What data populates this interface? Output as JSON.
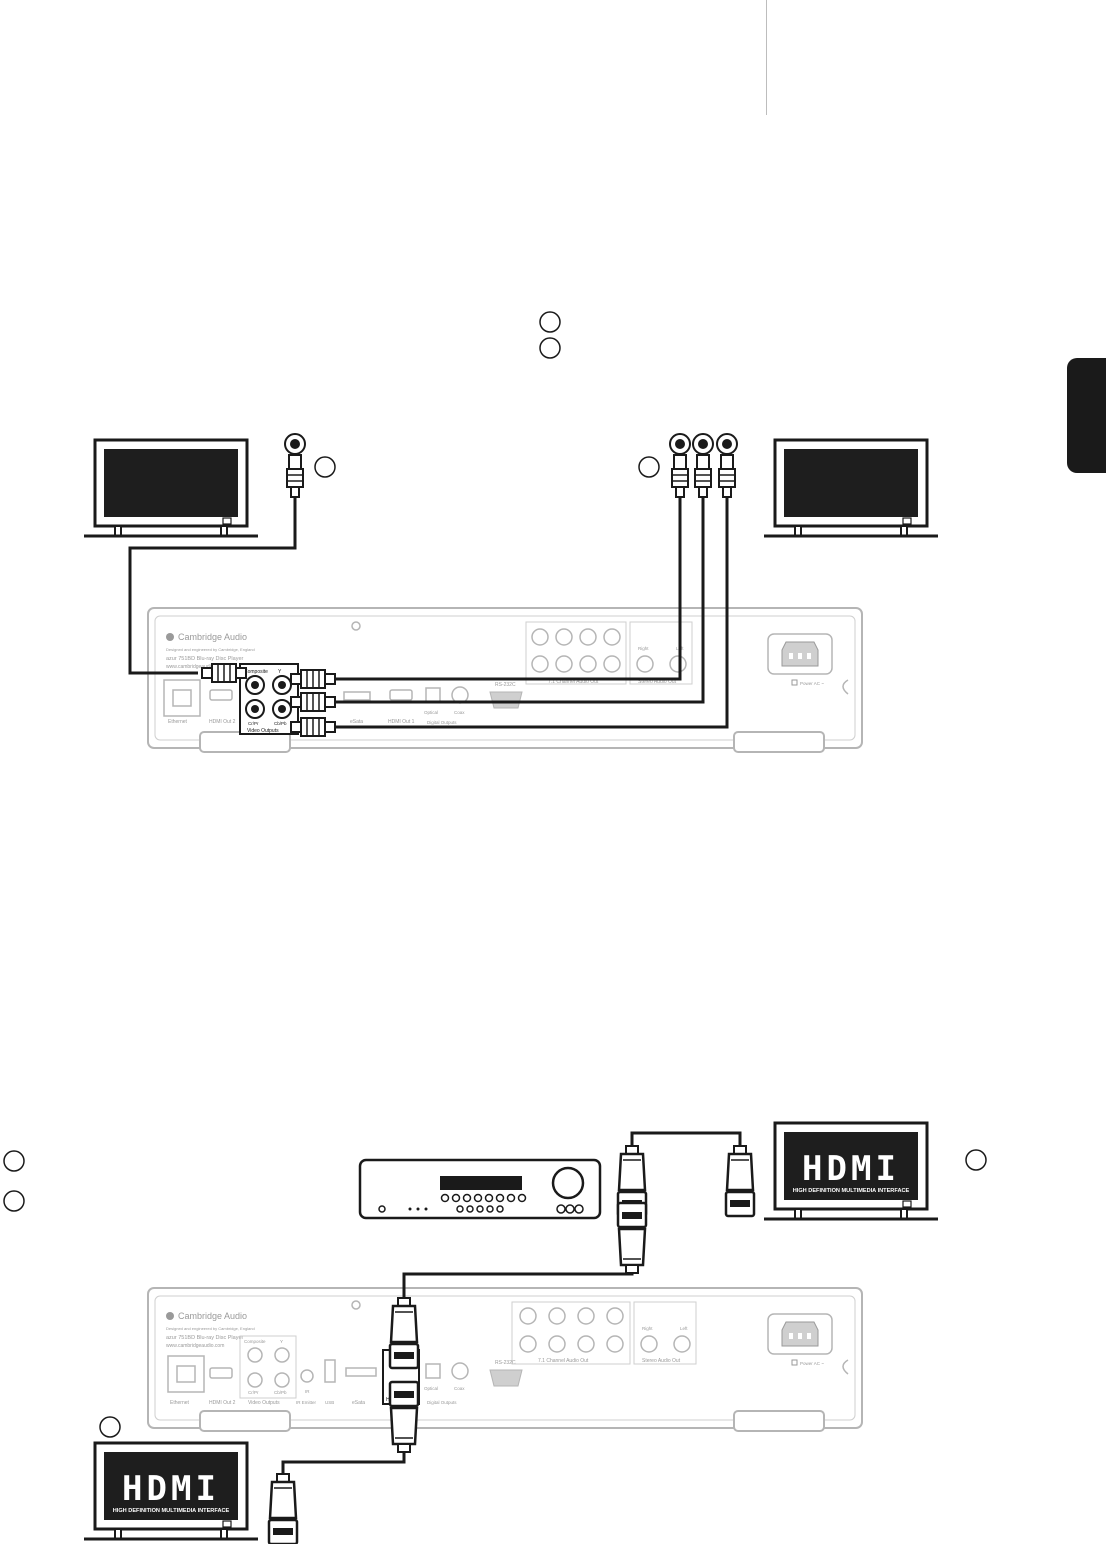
{
  "brand": {
    "name": "Cambridge Audio",
    "tagline": "Designed and engineered by Cambridge, England",
    "model": "azur 751BD Blu-ray Disc Player",
    "url": "www.cambridgeaudio.com"
  },
  "panel_labels": {
    "ethernet": "Ethernet",
    "hdmi_out_2": "HDMI Out 2",
    "video_outputs": "Video Outputs",
    "composite": "Composite",
    "y": "Y",
    "cb_pb": "Cb/Pb",
    "cr_pr": "Cr/Pr",
    "esata": "eSata",
    "hdmi_out_1": "HDMI Out 1",
    "optical": "Optical",
    "coax": "Coax",
    "digital_outputs": "Digital Outputs",
    "rs232c": "RS-232C",
    "channel_audio_out": "7.1 Channel Audio Out",
    "stereo_audio_out": "Stereo Audio Out",
    "right": "Right",
    "left": "Left",
    "power": "Power AC ~",
    "ir_emitter": "IR Emitter",
    "ir": "IR",
    "usb": "USB"
  },
  "hdmi_logo": {
    "word": "HDMI",
    "subtitle": "HIGH DEFINITION MULTIMEDIA INTERFACE"
  },
  "colors": {
    "ink": "#1a1a1a",
    "panel_line": "#b5b5b5",
    "panel_text": "#9a9a9a",
    "screen": "#1e1e1e"
  }
}
